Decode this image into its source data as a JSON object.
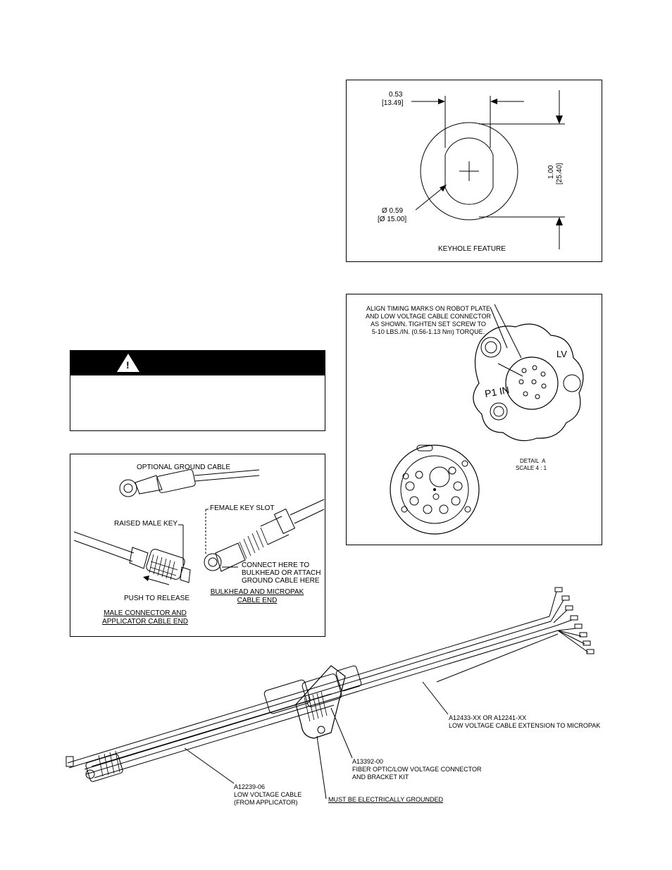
{
  "keyhole": {
    "dim_width": "0.53",
    "dim_width_mm": "[13.49]",
    "dim_height": "1.00",
    "dim_height_mm": "[25.40]",
    "dim_diameter": "Ø 0.59",
    "dim_diameter_mm": "[Ø 15.00]",
    "caption": "KEYHOLE FEATURE"
  },
  "timing": {
    "instruction_1": "ALIGN TIMING MARKS ON ROBOT PLATE",
    "instruction_2": "AND LOW VOLTAGE CABLE CONNECTOR",
    "instruction_3": "AS SHOWN. TIGHTEN SET SCREW TO",
    "instruction_4": "5-10 LBS./IN. (0.56-1.13 Nm) TORQUE.",
    "label_lv": "LV",
    "label_p1": "P1 IN",
    "detail_1": "DETAIL  A",
    "detail_2": "SCALE 4 : 1"
  },
  "warning": {
    "symbol": "!"
  },
  "connector": {
    "optional_ground": "OPTIONAL GROUND CABLE",
    "female_key_slot": "FEMALE KEY SLOT",
    "raised_male_key": "RAISED MALE KEY",
    "connect_1": "CONNECT HERE TO",
    "connect_2": "BULKHEAD OR ATTACH",
    "connect_3": "GROUND CABLE HERE",
    "push_release": "PUSH TO RELEASE",
    "bulkhead_1": "BULKHEAD AND MICROPAK",
    "bulkhead_2": "CABLE END",
    "male_1": "MALE CONNECTOR AND",
    "male_2": "APPLICATOR CABLE END"
  },
  "assembly": {
    "ext_part": "A12433-XX OR A12241-XX",
    "ext_desc": "LOW VOLTAGE CABLE EXTENSION TO MICROPAK",
    "kit_part": "A13392-00",
    "kit_desc_1": "FIBER OPTIC/LOW VOLTAGE CONNECTOR",
    "kit_desc_2": "AND BRACKET KIT",
    "cable_part": "A12239-06",
    "cable_desc_1": "LOW VOLTAGE CABLE",
    "cable_desc_2": "(FROM APPLICATOR)",
    "ground_note": "MUST BE ELECTRICALLY GROUNDED"
  }
}
